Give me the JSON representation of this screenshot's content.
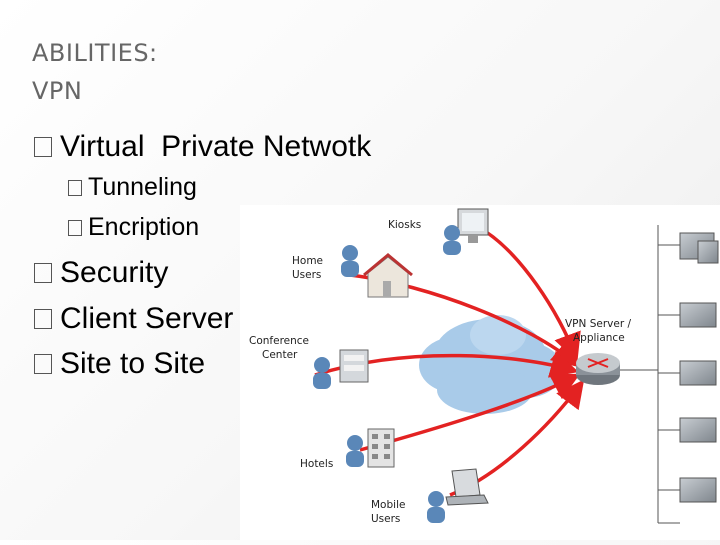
{
  "slide": {
    "title_line1": "ABILITIES:",
    "title_line2": "VPN",
    "bullets": [
      {
        "text": "Virtual  Private Netwotk",
        "level": 1
      },
      {
        "text": "Tunneling",
        "level": 2
      },
      {
        "text": "Encription",
        "level": 2
      },
      {
        "text": "Security",
        "level": 1
      },
      {
        "text": "Client Server",
        "level": 1
      },
      {
        "text": "Site to Site",
        "level": 1
      }
    ]
  },
  "diagram": {
    "labels": {
      "kiosks": "Kiosks",
      "home_1": "Home",
      "home_2": "Users",
      "conference_1": "Conference",
      "conference_2": "Center",
      "hotels": "Hotels",
      "mobile_1": "Mobile",
      "mobile_2": "Users",
      "server_1": "VPN Server /",
      "server_2": "Appliance"
    },
    "colors": {
      "arrow": "#e32222",
      "cloud": "#a9cbe9",
      "server": "#8b9299",
      "person": "#5a87b8"
    }
  }
}
